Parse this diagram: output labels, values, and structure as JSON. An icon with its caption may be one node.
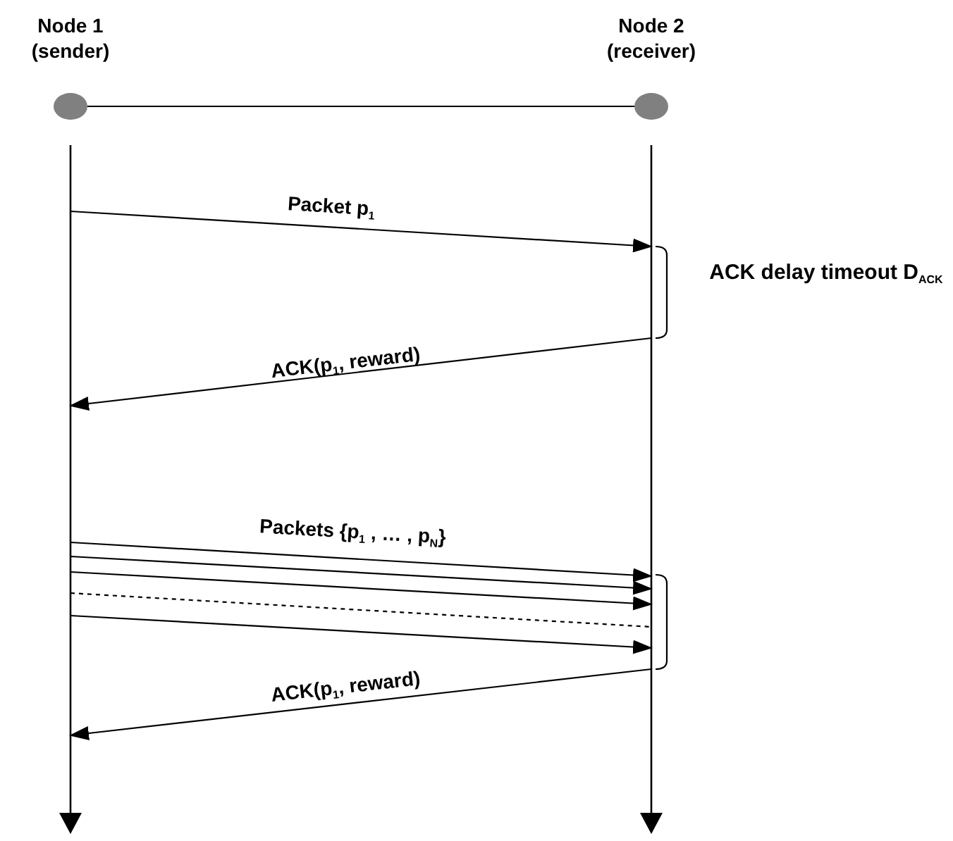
{
  "diagram": {
    "nodes": [
      {
        "text": [
          "Node 1 (sender)"
        ]
      },
      {
        "text": [
          "Node 2 (receiver)"
        ]
      },
      {
        "text": [],
        "shape": "circle"
      },
      {
        "text": [],
        "shape": "circle"
      },
      {
        "text": [],
        "shape": "bar"
      },
      {
        "text": [],
        "shape": "bar"
      }
    ],
    "edges": [
      {
        "from": 2,
        "to": 3,
        "arrow": "none"
      },
      {
        "from": 4,
        "to": 5,
        "arrow": "to",
        "label": "Packet p$_{1}$"
      },
      {
        "from": 5,
        "to": 4,
        "arrow": "to",
        "label": "ACK(p$_{1}$, reward)"
      },
      {
        "from": 4,
        "to": 5,
        "arrow": "to",
        "label": "Packets {p$_{1}$ , … , p$_{N}$}"
      },
      {
        "from": 4,
        "to": 5,
        "arrow": "to"
      },
      {
        "from": 4,
        "to": 5,
        "arrow": "to"
      },
      {
        "from": 4,
        "to": 5,
        "arrow": "none",
        "style": "dashed"
      },
      {
        "from": 4,
        "to": 5,
        "arrow": "to"
      },
      {
        "from": 5,
        "to": 4,
        "arrow": "to",
        "label": "ACK(p$_{1}$, reward)"
      }
    ],
    "labels": [
      "ACK delay timeout D$_{ACK}$"
    ]
  }
}
